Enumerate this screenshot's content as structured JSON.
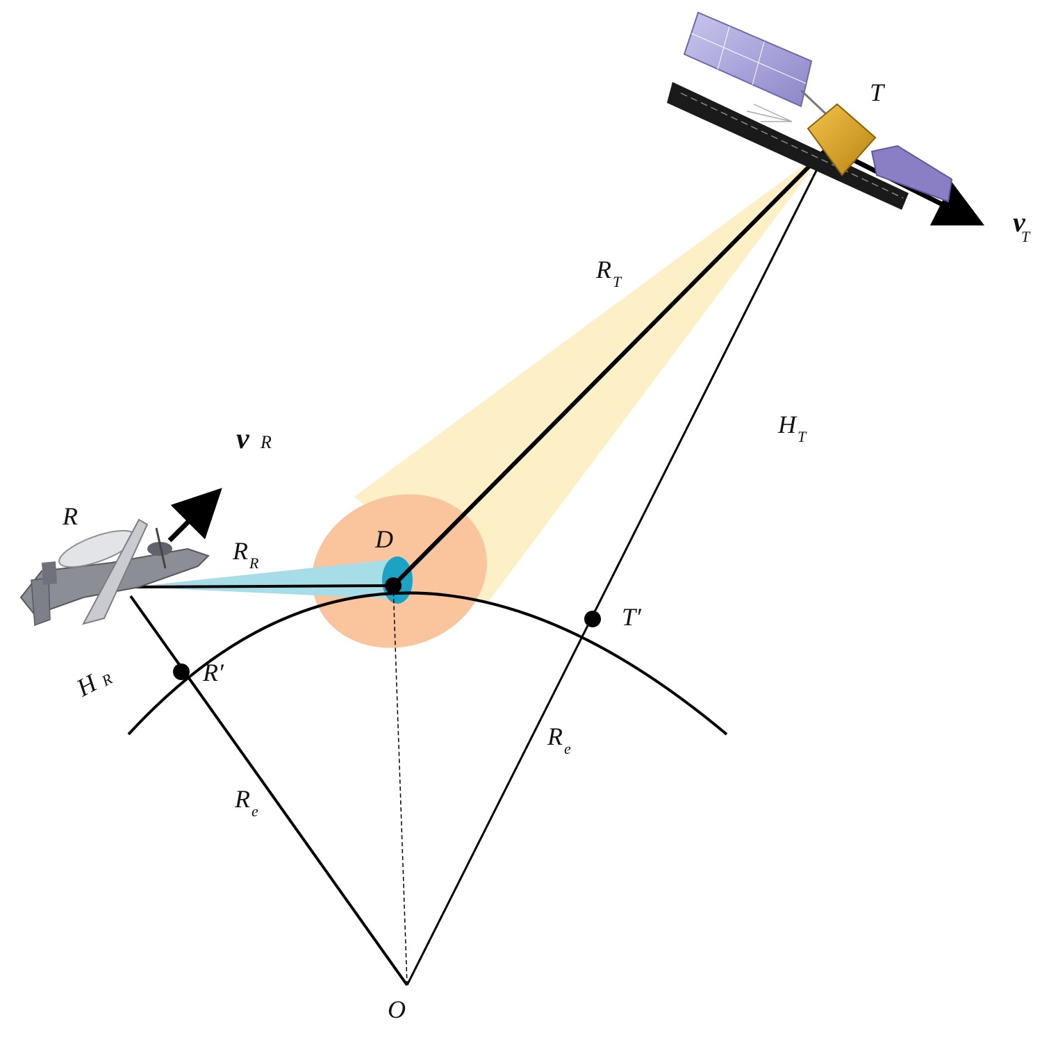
{
  "labels": {
    "transmitter": "T",
    "receiver": "R",
    "target": "D",
    "earth_center": "O",
    "receiver_ground": "R′",
    "transmitter_ground": "T′",
    "transmitter_range_main": "R",
    "transmitter_range_sub": "T",
    "receiver_range_main": "R",
    "receiver_range_sub": "R",
    "transmitter_height_main": "H",
    "transmitter_height_sub": "T",
    "receiver_height_main": "H",
    "receiver_height_sub": "R",
    "earth_radius_left_main": "R",
    "earth_radius_left_sub": "e",
    "earth_radius_right_main": "R",
    "earth_radius_right_sub": "e",
    "transmitter_velocity_main": "v",
    "transmitter_velocity_sub": "T",
    "receiver_velocity_main": "v",
    "receiver_velocity_sub": "R"
  },
  "colors": {
    "transmit_beam": "#fdefc6",
    "illuminated_area": "#fac49c",
    "receive_beam": "#a6dde6",
    "receive_footprint": "#1aa3c4",
    "lines": "#000000"
  },
  "icons": {
    "transmitter": "satellite-icon",
    "receiver": "airborne-radar-aircraft-icon"
  }
}
